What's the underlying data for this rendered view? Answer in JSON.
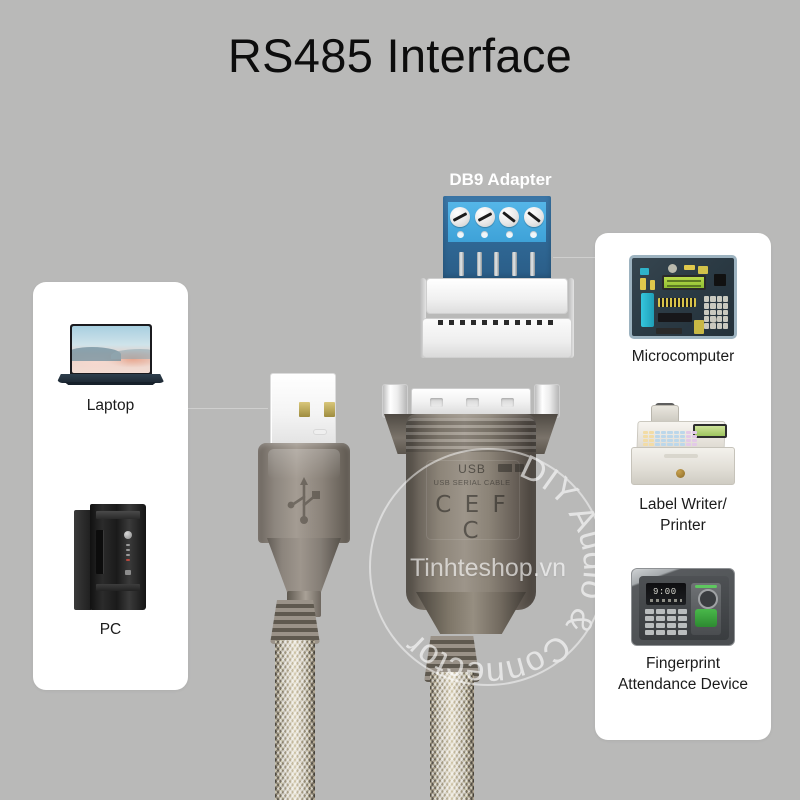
{
  "page": {
    "title": "RS485 Interface",
    "background_color": "#b9b9b8"
  },
  "center_label": {
    "db9_adapter": "DB9 Adapter"
  },
  "left_panel": {
    "items": [
      {
        "label": "Laptop",
        "icon": "laptop-icon"
      },
      {
        "label": "PC",
        "icon": "desktop-tower-icon"
      }
    ]
  },
  "right_panel": {
    "items": [
      {
        "label": "Microcomputer",
        "icon": "microcontroller-board-icon"
      },
      {
        "label": "Label Writer/\nPrinter",
        "label_line1": "Label Writer/",
        "label_line2": "Printer",
        "icon": "cash-register-icon"
      },
      {
        "label": "Fingerprint\nAttendance Device",
        "label_line1": "Fingerprint",
        "label_line2": "Attendance Device",
        "icon": "fingerprint-reader-icon"
      }
    ]
  },
  "product": {
    "connector_text_usb": "USB",
    "connector_text_model": "USB SERIAL CABLE",
    "certification_marks": "C E F C",
    "fingerprint_display_time": "9:00"
  },
  "watermark": {
    "ring_text": "DIY Audio & Connector",
    "shop_text": "Tinhteshop.vn",
    "color": "#ffffff"
  },
  "colors": {
    "title": "#0d0d0d",
    "panel": "#ffffff",
    "adapter_blue_dark": "#2f6794",
    "adapter_blue_light": "#55b6e8",
    "leader_line": "#cfcfce"
  }
}
